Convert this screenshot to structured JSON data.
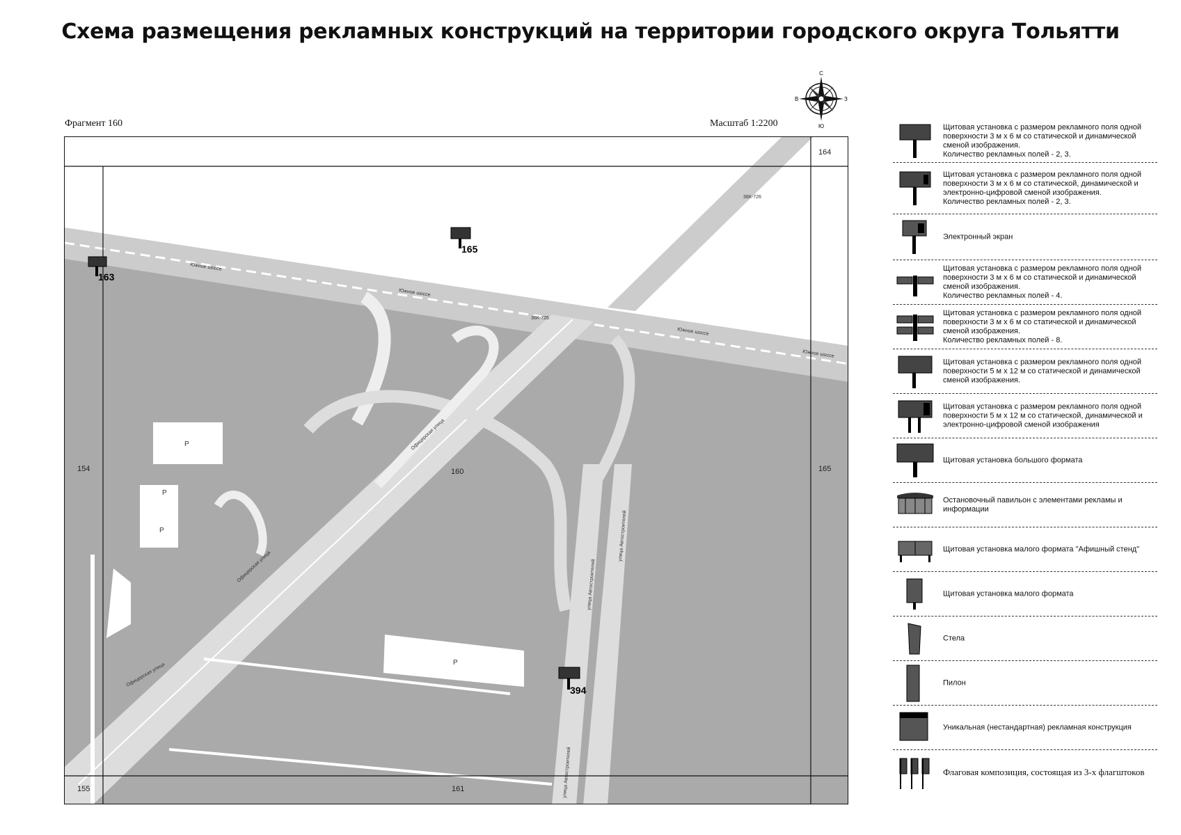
{
  "title": "Схема размещения рекламных конструкций на территории городского округа Тольятти",
  "fragment_label": "Фрагмент 160",
  "scale_label": "Масштаб 1:2200",
  "compass": {
    "n": "С",
    "s": "Ю",
    "w": "В",
    "e": "З"
  },
  "map": {
    "sheet_numbers": {
      "top_right": "164",
      "left": "154",
      "right": "165",
      "bottom_left": "155",
      "bottom_center": "161",
      "center": "160"
    },
    "markers": [
      {
        "id": "163",
        "label": "163"
      },
      {
        "id": "165",
        "label": "165"
      },
      {
        "id": "394",
        "label": "394"
      }
    ],
    "parking_labels": [
      "P",
      "P",
      "P",
      "P"
    ],
    "street_labels": {
      "yuzhnoe": "Южное шоссе",
      "ofitserskaya": "Офицерская улица",
      "avtostroiteley": "улица Автостроителей",
      "road_code": "36К-726"
    }
  },
  "legend": [
    {
      "icon": "billboard-3x6-static-dynamic-icon",
      "text": "Щитовая установка с размером рекламного поля одной поверхности 3 м х 6 м со статической и динамической сменой изображения.\nКоличество рекламных полей - 2, 3."
    },
    {
      "icon": "billboard-3x6-digital-icon",
      "text": "Щитовая установка с размером рекламного поля одной поверхности 3 м х 6 м со статической, динамической и электронно-цифровой сменой изображения.\nКоличество рекламных полей - 2, 3."
    },
    {
      "icon": "electronic-screen-icon",
      "text": "Электронный экран"
    },
    {
      "icon": "billboard-3x6-four-fields-icon",
      "text": "Щитовая установка с размером рекламного поля одной поверхности 3 м х 6 м со статической и динамической сменой изображения.\nКоличество рекламных полей - 4."
    },
    {
      "icon": "billboard-3x6-eight-fields-icon",
      "text": "Щитовая установка с размером рекламного поля одной поверхности 3 м х 6 м со статической и динамической сменой изображения.\nКоличество рекламных полей - 8."
    },
    {
      "icon": "billboard-5x12-static-dynamic-icon",
      "text": "Щитовая установка с размером рекламного поля одной поверхности 5 м х 12 м со статической и динамической сменой изображения."
    },
    {
      "icon": "billboard-5x12-digital-icon",
      "text": "Щитовая установка с размером рекламного поля одной поверхности 5 м х 12 м со статической, динамической и электронно-цифровой сменой изображения"
    },
    {
      "icon": "large-format-billboard-icon",
      "text": "Щитовая установка большого формата"
    },
    {
      "icon": "bus-stop-pavilion-icon",
      "text": "Остановочный павильон с элементами рекламы и информации"
    },
    {
      "icon": "poster-stand-icon",
      "text": "Щитовая установка малого формата \"Афишный стенд\""
    },
    {
      "icon": "small-format-billboard-icon",
      "text": "Щитовая установка малого формата"
    },
    {
      "icon": "stele-icon",
      "text": "Стела"
    },
    {
      "icon": "pylon-icon",
      "text": "Пилон"
    },
    {
      "icon": "unique-structure-icon",
      "text": "Уникальная (нестандартная) рекламная конструкция"
    },
    {
      "icon": "flag-composition-icon",
      "text": "Флаговая композиция, состоящая из 3-х флагштоков"
    }
  ]
}
